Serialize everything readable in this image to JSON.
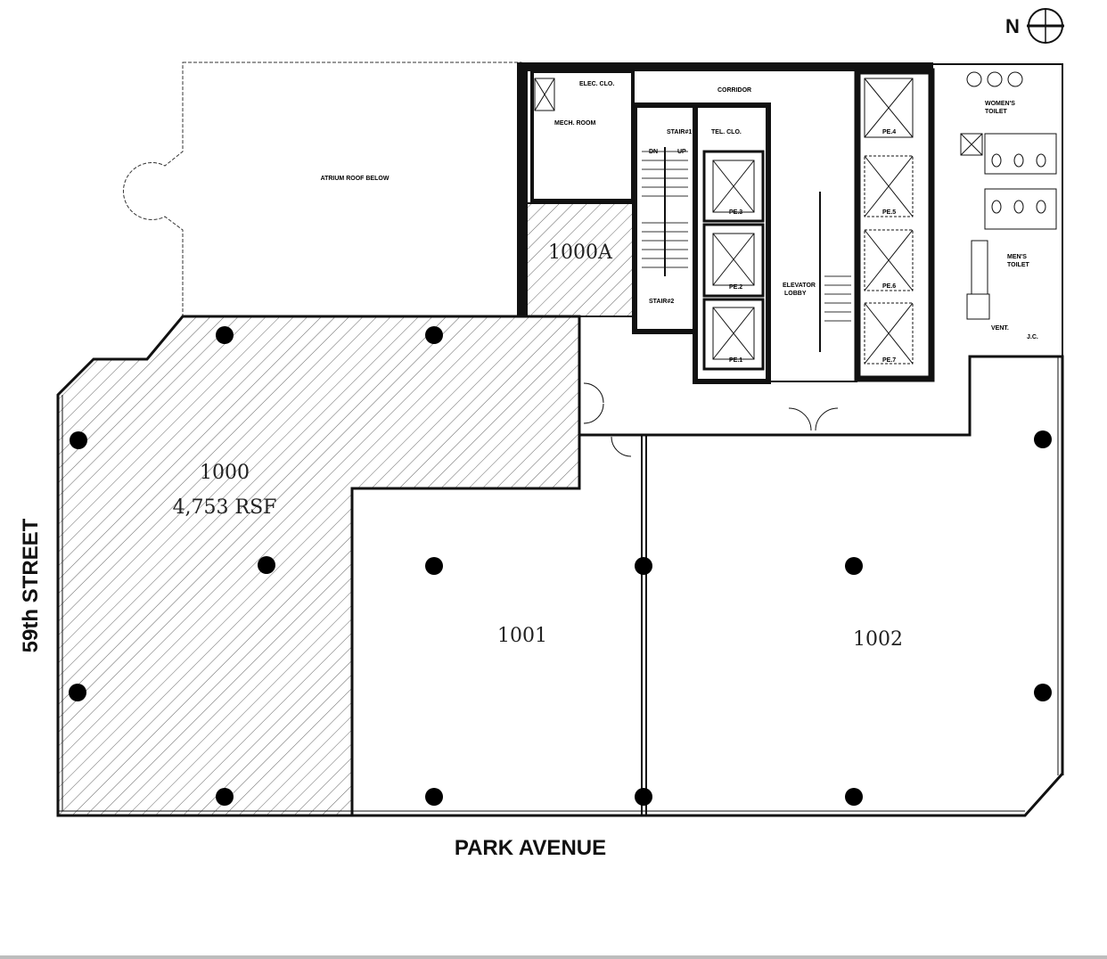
{
  "compass": {
    "label": "N"
  },
  "streets": {
    "bottom": "PARK AVENUE",
    "left": "59th STREET"
  },
  "suites": [
    {
      "id": "1000",
      "area": "4,753  RSF",
      "leased": true
    },
    {
      "id": "1000A",
      "leased": true
    },
    {
      "id": "1001",
      "leased": false
    },
    {
      "id": "1002",
      "leased": false
    }
  ],
  "labels": {
    "atrium": "ATRIUM ROOF BELOW",
    "elec": "ELEC. CLO.",
    "mech": "MECH. ROOM",
    "corridor": "CORRIDOR",
    "stair1": "STAIR#1",
    "stair2": "STAIR#2",
    "tel": "TEL. CLO.",
    "pe4": "PE.4",
    "pe3": "PE.3",
    "pe2": "PE.2",
    "pe1": "PE.1",
    "pe5": "PE.5",
    "pe6": "PE.6",
    "pe7": "PE.7",
    "lobby1": "ELEVATOR",
    "lobby2": "LOBBY",
    "womens1": "WOMEN'S",
    "womens2": "TOILET",
    "mens1": "MEN'S",
    "mens2": "TOILET",
    "vent": "VENT.",
    "jc": "J.C.",
    "up": "UP",
    "dn": "DN"
  },
  "colors": {
    "leased_hatch": "#555555",
    "wall": "#000000",
    "background": "#ffffff"
  }
}
